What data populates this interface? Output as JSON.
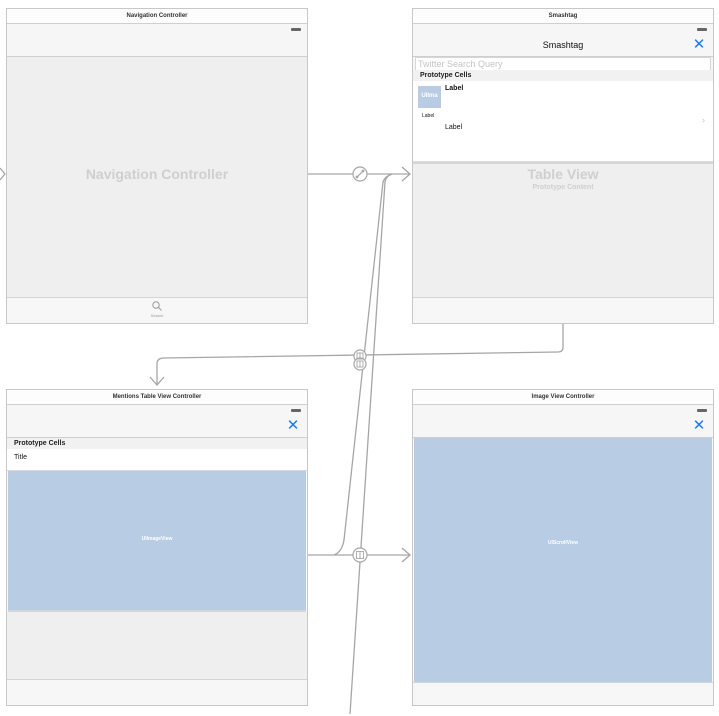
{
  "colors": {
    "accent": "#1a7cf5",
    "image_blue": "#b8cce4",
    "segue": "#9a9a9a"
  },
  "nav_controller": {
    "title": "Navigation Controller",
    "placeholder": "Navigation Controller",
    "tab_icon": "magnifier-icon",
    "tab_label": "Search"
  },
  "smashtag": {
    "title": "Smashtag",
    "nav_title": "Smashtag",
    "close_icon": "close-x-icon",
    "search_placeholder": "Twitter Search Query",
    "section_header": "Prototype Cells",
    "cell_image_label": "UIIma",
    "cell_title": "Label",
    "cell_small_label": "Label",
    "cell_body_label": "Label",
    "placeholder_title": "Table View",
    "placeholder_subtitle": "Prototype Content"
  },
  "mentions": {
    "title": "Mentions Table View Controller",
    "close_icon": "close-x-icon",
    "section_header": "Prototype Cells",
    "cell_title": "Title",
    "image_label": "UIImageView"
  },
  "image_vc": {
    "title": "Image View Controller",
    "close_icon": "close-x-icon",
    "scroll_label": "UIScrollView"
  },
  "segues": [
    {
      "from": "Navigation Controller",
      "to": "Smashtag",
      "kind": "relationship-icon"
    },
    {
      "from": "Smashtag",
      "to": "Mentions Table View Controller",
      "kind": "show-icon"
    },
    {
      "from": "Mentions Table View Controller",
      "to": "Image View Controller",
      "kind": "show-icon"
    }
  ]
}
